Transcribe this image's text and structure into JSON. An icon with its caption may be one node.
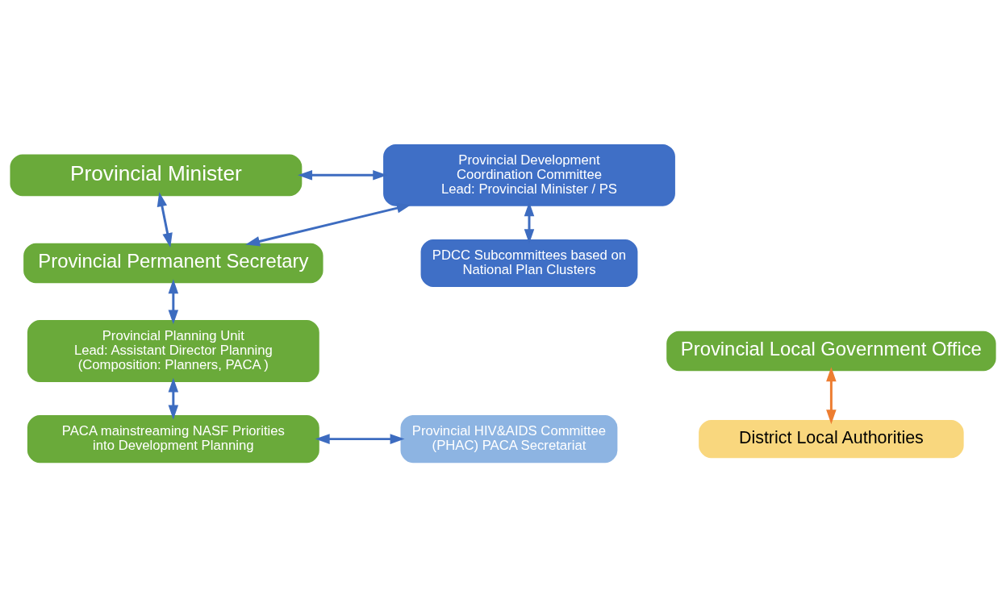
{
  "diagram": {
    "nodes": [
      {
        "text": [
          "Provincial Minister"
        ]
      },
      {
        "text": [
          "Provincial Development Coordination Committee",
          "Lead: Provincial Minister / PS"
        ]
      },
      {
        "text": [
          "Provincial Permanent Secretary"
        ]
      },
      {
        "text": [
          "PDCC Subcommittees based on National Plan Clusters"
        ]
      },
      {
        "text": [
          "Provincial Planning Unit",
          "Lead: Assistant Director Planning",
          "(Composition: Planners, PACA )"
        ]
      },
      {
        "text": [
          "Provincial Local Government Office"
        ]
      },
      {
        "text": [
          "PACA mainstreaming NASF Priorities into Development Planning"
        ]
      },
      {
        "text": [
          "Provincial HIV&AIDS Committee (PHAC) PACA Secretariat"
        ]
      },
      {
        "text": [
          "District Local Authorities"
        ]
      }
    ],
    "edges": [
      {
        "from": 0,
        "to": 1,
        "arrow": "both"
      },
      {
        "from": 0,
        "to": 2,
        "arrow": "both"
      },
      {
        "from": 1,
        "to": 2,
        "arrow": "both"
      },
      {
        "from": 1,
        "to": 3,
        "arrow": "both"
      },
      {
        "from": 2,
        "to": 4,
        "arrow": "both"
      },
      {
        "from": 4,
        "to": 6,
        "arrow": "both"
      },
      {
        "from": 6,
        "to": 7,
        "arrow": "both"
      },
      {
        "from": 5,
        "to": 8,
        "arrow": "both",
        "color": "#ed7d31"
      }
    ]
  }
}
